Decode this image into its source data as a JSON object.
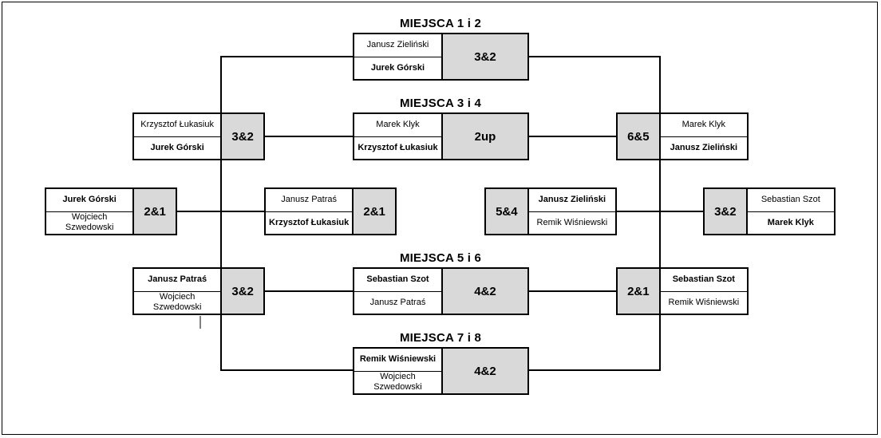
{
  "headings": {
    "places_1_2": "MIEJSCA 1 i 2",
    "places_3_4": "MIEJSCA 3 i 4",
    "places_5_6": "MIEJSCA 5 i 6",
    "places_7_8": "MIEJSCA 7 i 8"
  },
  "matches": {
    "qf1": {
      "top": "Jurek Górski",
      "bottom": "Wojciech Szwedowski",
      "score": "2&1",
      "winner": "top"
    },
    "qf2": {
      "top": "Janusz Patraś",
      "bottom": "Krzysztof Łukasiuk",
      "score": "2&1",
      "winner": "bottom"
    },
    "qf3": {
      "top": "Janusz Zieliński",
      "bottom": "Remik Wiśniewski",
      "score": "5&4",
      "winner": "top"
    },
    "qf4": {
      "top": "Sebastian Szot",
      "bottom": "Marek Klyk",
      "score": "3&2",
      "winner": "bottom"
    },
    "sf_left_winners": {
      "top": "Krzysztof Łukasiuk",
      "bottom": "Jurek Górski",
      "score": "3&2",
      "winner": "bottom"
    },
    "sf_right_winners": {
      "top": "Marek Klyk",
      "bottom": "Janusz Zieliński",
      "score": "6&5",
      "winner": "bottom"
    },
    "sf_left_losers": {
      "top": "Janusz Patraś",
      "bottom": "Wojciech Szwedowski",
      "score": "3&2",
      "winner": "top"
    },
    "sf_right_losers": {
      "top": "Sebastian Szot",
      "bottom": "Remik Wiśniewski",
      "score": "2&1",
      "winner": "top"
    },
    "final_1_2": {
      "top": "Janusz Zieliński",
      "bottom": "Jurek Górski",
      "score": "3&2",
      "winner": "bottom"
    },
    "final_3_4": {
      "top": "Marek Klyk",
      "bottom": "Krzysztof Łukasiuk",
      "score": "2up",
      "winner": "bottom"
    },
    "final_5_6": {
      "top": "Sebastian Szot",
      "bottom": "Janusz Patraś",
      "score": "4&2",
      "winner": "top"
    },
    "final_7_8": {
      "top": "Remik Wiśniewski",
      "bottom": "Wojciech Szwedowski",
      "score": "4&2",
      "winner": "top"
    }
  }
}
